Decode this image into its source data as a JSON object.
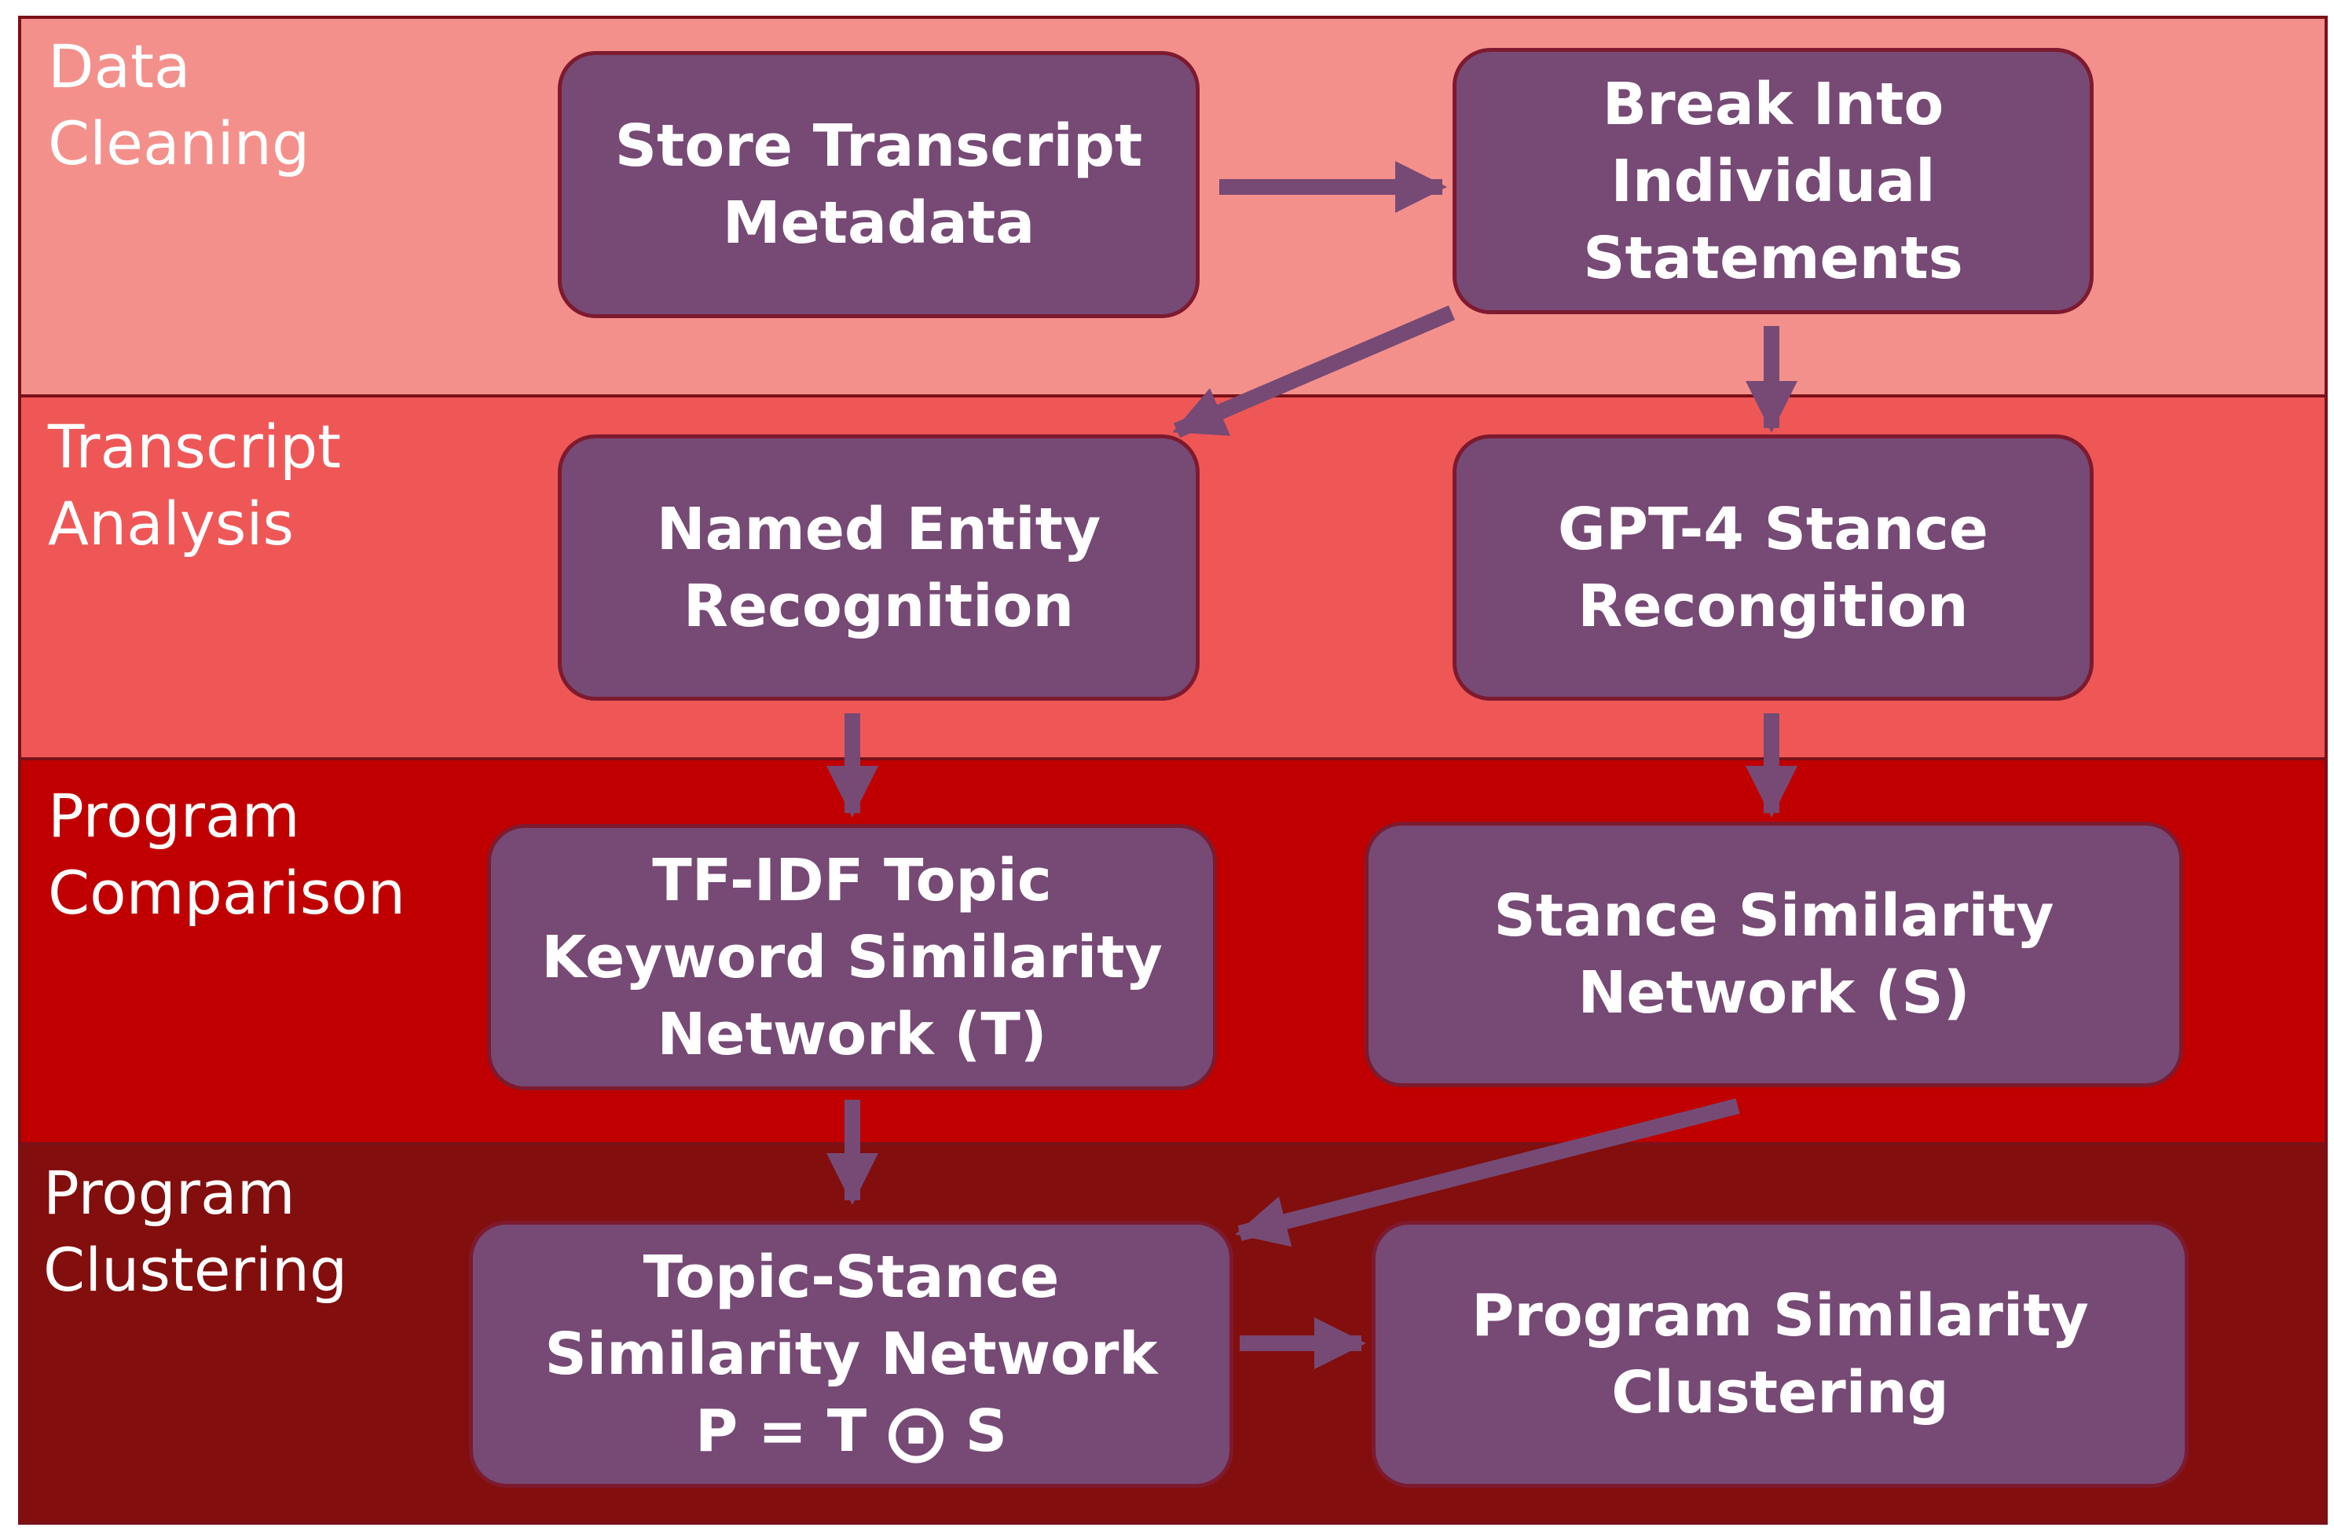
{
  "stages": [
    {
      "id": "data-cleaning",
      "lines": [
        "Data",
        "Cleaning"
      ]
    },
    {
      "id": "transcript-analysis",
      "lines": [
        "Transcript",
        "Analysis"
      ]
    },
    {
      "id": "program-comparison",
      "lines": [
        "Program",
        "Comparison"
      ]
    },
    {
      "id": "program-clustering",
      "lines": [
        "Program",
        "Clustering"
      ]
    }
  ],
  "steps": {
    "store": {
      "lines": [
        "Store Transcript",
        "Metadata"
      ]
    },
    "break": {
      "lines": [
        "Break Into",
        "Individual",
        "Statements"
      ]
    },
    "ner": {
      "lines": [
        "Named Entity",
        "Recognition"
      ]
    },
    "gpt": {
      "lines": [
        "GPT-4 Stance",
        "Recongition"
      ]
    },
    "tfidf": {
      "lines": [
        "TF-IDF Topic",
        "Keyword Similarity",
        "Network (T)"
      ]
    },
    "stance": {
      "lines": [
        "Stance Similarity",
        "Network (S)"
      ]
    },
    "topic": {
      "lines": [
        "Topic-Stance",
        "Similarity Network",
        "P = T ⨀ S"
      ]
    },
    "cluster": {
      "lines": [
        "Program Similarity",
        "Clustering"
      ]
    }
  },
  "edges": [
    {
      "from": "store",
      "to": "break"
    },
    {
      "from": "break",
      "to": "ner"
    },
    {
      "from": "break",
      "to": "gpt"
    },
    {
      "from": "ner",
      "to": "tfidf"
    },
    {
      "from": "gpt",
      "to": "stance"
    },
    {
      "from": "tfidf",
      "to": "topic"
    },
    {
      "from": "stance",
      "to": "topic"
    },
    {
      "from": "topic",
      "to": "cluster"
    }
  ],
  "colors": {
    "band_1": "#f4908c",
    "band_2": "#ef5757",
    "band_3": "#c00000",
    "band_4": "#820e0e",
    "box_fill": "#764a75",
    "arrow": "#764a75",
    "text": "#ffffff"
  }
}
